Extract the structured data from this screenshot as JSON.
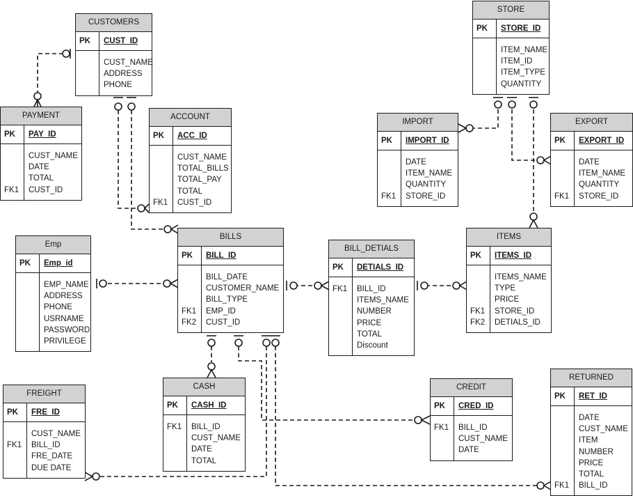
{
  "entities": {
    "customers": {
      "title": "CUSTOMERS",
      "pk_label": "PK",
      "pk": "CUST_ID",
      "fk": [
        "",
        "",
        ""
      ],
      "fields": [
        "CUST_NAME",
        "ADDRESS",
        "PHONE"
      ]
    },
    "payment": {
      "title": "PAYMENT",
      "pk_label": "PK",
      "pk": "PAY_ID",
      "fk": [
        "",
        "",
        "",
        "FK1"
      ],
      "fields": [
        "CUST_NAME",
        "DATE",
        "TOTAL",
        "CUST_ID"
      ]
    },
    "account": {
      "title": "ACCOUNT",
      "pk_label": "PK",
      "pk": "ACC_ID",
      "fk": [
        "",
        "",
        "",
        "",
        "FK1"
      ],
      "fields": [
        "CUST_NAME",
        "TOTAL_BILLS",
        "TOTAL_PAY",
        "TOTAL",
        "CUST_ID"
      ]
    },
    "store": {
      "title": "STORE",
      "pk_label": "PK",
      "pk": "STORE_ID",
      "fk": [
        "",
        "",
        "",
        ""
      ],
      "fields": [
        "ITEM_NAME",
        "ITEM_ID",
        "ITEM_TYPE",
        "QUANTITY"
      ]
    },
    "import": {
      "title": "IMPORT",
      "pk_label": "PK",
      "pk": "IMPORT_ID",
      "fk": [
        "",
        "",
        "",
        "FK1"
      ],
      "fields": [
        "DATE",
        "ITEM_NAME",
        "QUANTITY",
        "STORE_ID"
      ]
    },
    "export": {
      "title": "EXPORT",
      "pk_label": "PK",
      "pk": "EXPORT_ID",
      "fk": [
        "",
        "",
        "",
        "FK1"
      ],
      "fields": [
        "DATE",
        "ITEM_NAME",
        "QUANTITY",
        "STORE_ID"
      ]
    },
    "emp": {
      "title": "Emp",
      "pk_label": "PK",
      "pk": "Emp_id",
      "fk": [
        "",
        "",
        "",
        "",
        "",
        ""
      ],
      "fields": [
        "EMP_NAME",
        "ADDRESS",
        "PHONE",
        "USRNAME",
        "PASSWORD",
        "PRIVILEGE"
      ]
    },
    "bills": {
      "title": "BILLS",
      "pk_label": "PK",
      "pk": "BILL_ID",
      "fk": [
        "",
        "",
        "",
        "FK1",
        "FK2"
      ],
      "fields": [
        "BILL_DATE",
        "CUSTOMER_NAME",
        "BILL_TYPE",
        "EMP_ID",
        "CUST_ID"
      ]
    },
    "bill_detials": {
      "title": "BILL_DETIALS",
      "pk_label": "PK",
      "pk": "DETIALS_ID",
      "fk": [
        "FK1",
        "",
        "",
        "",
        "",
        ""
      ],
      "fields": [
        "BILL_ID",
        "ITEMS_NAME",
        "NUMBER",
        "PRICE",
        "TOTAL",
        "Discount"
      ]
    },
    "items": {
      "title": "ITEMS",
      "pk_label": "PK",
      "pk": "ITEMS_ID",
      "fk": [
        "",
        "",
        "",
        "FK1",
        "FK2"
      ],
      "fields": [
        "ITEMS_NAME",
        "TYPE",
        "PRICE",
        "STORE_ID",
        "DETIALS_ID"
      ]
    },
    "freight": {
      "title": "FREIGHT",
      "pk_label": "PK",
      "pk": "FRE_ID",
      "fk": [
        "",
        "FK1",
        "",
        ""
      ],
      "fields": [
        "CUST_NAME",
        "BILL_ID",
        "FRE_DATE",
        "DUE DATE"
      ]
    },
    "cash": {
      "title": "CASH",
      "pk_label": "PK",
      "pk": "CASH_ID",
      "fk": [
        "FK1",
        "",
        "",
        ""
      ],
      "fields": [
        "BILL_ID",
        "CUST_NAME",
        "DATE",
        "TOTAL"
      ]
    },
    "credit": {
      "title": "CREDIT",
      "pk_label": "PK",
      "pk": "CRED_ID",
      "fk": [
        "FK1",
        "",
        ""
      ],
      "fields": [
        "BILL_ID",
        "CUST_NAME",
        "DATE"
      ]
    },
    "returned": {
      "title": "RETURNED",
      "pk_label": "PK",
      "pk": "RET_ID",
      "fk": [
        "",
        "",
        "",
        "",
        "",
        "",
        "FK1"
      ],
      "fields": [
        "DATE",
        "CUST_NAME",
        "ITEM",
        "NUMBER",
        "PRICE",
        "TOTAL",
        "BILL_ID"
      ]
    }
  },
  "relationships": [
    {
      "from": "customers",
      "to": "payment",
      "type": "one-to-many"
    },
    {
      "from": "customers",
      "to": "account",
      "type": "one-to-many"
    },
    {
      "from": "customers",
      "to": "bills",
      "type": "one-to-many"
    },
    {
      "from": "emp",
      "to": "bills",
      "type": "one-to-many"
    },
    {
      "from": "bills",
      "to": "bill_detials",
      "type": "one-to-many"
    },
    {
      "from": "bill_detials",
      "to": "items",
      "type": "one-to-many"
    },
    {
      "from": "store",
      "to": "import",
      "type": "one-to-many"
    },
    {
      "from": "store",
      "to": "export",
      "type": "one-to-many"
    },
    {
      "from": "store",
      "to": "items",
      "type": "one-to-many"
    },
    {
      "from": "bills",
      "to": "cash",
      "type": "one-to-many"
    },
    {
      "from": "bills",
      "to": "freight",
      "type": "one-to-many"
    },
    {
      "from": "bills",
      "to": "credit",
      "type": "one-to-many"
    },
    {
      "from": "bills",
      "to": "returned",
      "type": "one-to-many"
    }
  ]
}
